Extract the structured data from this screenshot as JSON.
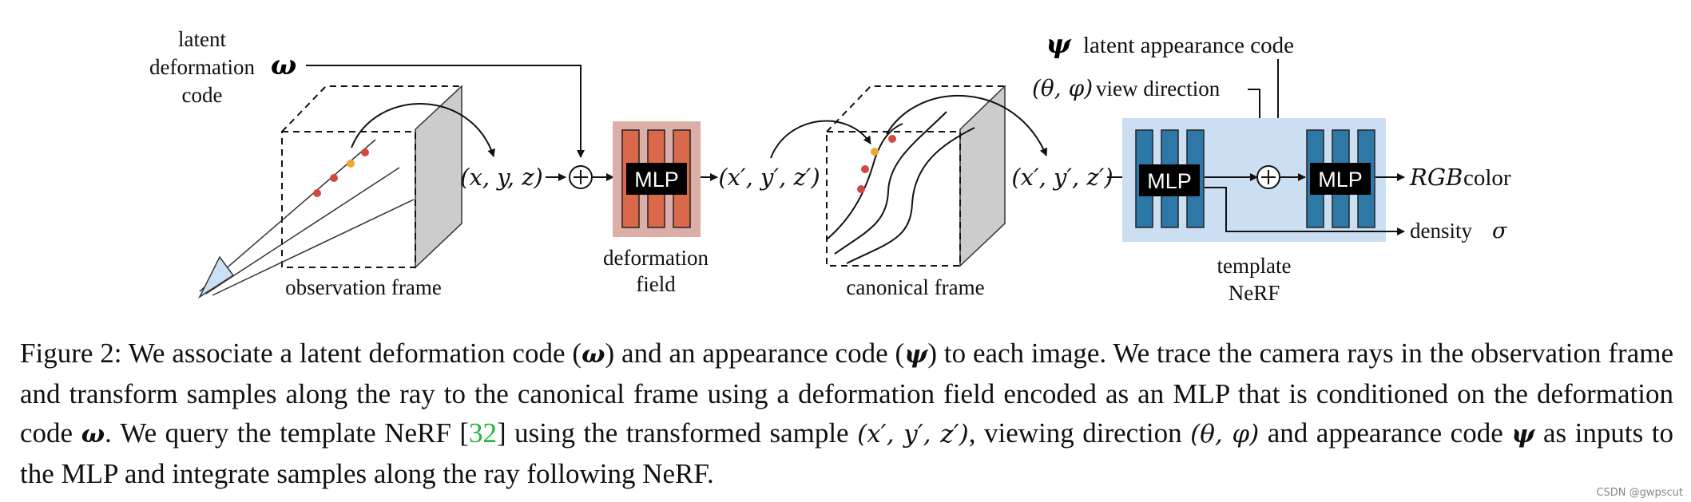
{
  "figure": {
    "latent_deformation_line1": "latent",
    "latent_deformation_line2": "deformation",
    "latent_deformation_line3": "code",
    "omega_symbol": "ω",
    "obs_frame_label": "observation frame",
    "xyz_label": "(x, y, z)",
    "plus_symbol": "+",
    "mlp_label": "MLP",
    "deformation_field_line1": "deformation",
    "deformation_field_line2": "field",
    "xyz_prime_label": "(x′, y′, z′)",
    "canonical_frame_label": "canonical frame",
    "psi_symbol": "ψ",
    "latent_appearance_label": "latent appearance code",
    "view_direction_math": "(θ, φ)",
    "view_direction_label": "view direction",
    "rgb_math": "RGB",
    "rgb_label": "color",
    "density_label": "density",
    "sigma_symbol": "σ",
    "template_line1": "template",
    "template_line2": "NeRF",
    "colors": {
      "deform_bg": "#dcaea8",
      "deform_bar": "#d9694a",
      "nerf_bg": "#ccdef2",
      "nerf_bar": "#2e78a8",
      "frame_face": "#cccccc",
      "sample_red": "#d04a42",
      "sample_orange": "#f0a830"
    }
  },
  "caption": {
    "part1": "Figure 2: We associate a latent deformation code (",
    "omega": "ω",
    "part2": ") and an appearance code (",
    "psi": "ψ",
    "part3": ") to each image. We trace the camera rays in the observation frame and transform samples along the ray to the canonical frame using a deformation field encoded as an MLP that is conditioned on the deformation code ",
    "omega2": "ω",
    "part4": ". We query the template NeRF [",
    "citation": "32",
    "part5": "] using the transformed sample ",
    "xyz_prime": "(x′, y′, z′)",
    "part6": ", viewing direction ",
    "theta_phi": "(θ, φ)",
    "part7": " and appearance code ",
    "psi2": "ψ",
    "part8": " as inputs to the MLP and integrate samples along the ray following NeRF."
  },
  "watermark": "CSDN @gwpscut"
}
